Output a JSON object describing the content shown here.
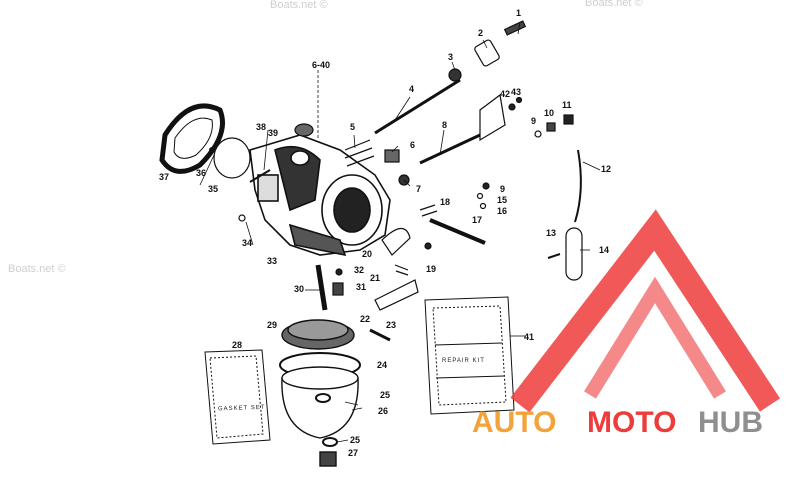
{
  "callouts": [
    "1",
    "2",
    "3",
    "4",
    "5",
    "6",
    "7",
    "8",
    "9",
    "9",
    "10",
    "11",
    "12",
    "13",
    "14",
    "15",
    "16",
    "17",
    "18",
    "19",
    "20",
    "21",
    "22",
    "23",
    "24",
    "25",
    "25",
    "26",
    "27",
    "28",
    "29",
    "30",
    "31",
    "32",
    "33",
    "34",
    "35",
    "36",
    "37",
    "38",
    "39",
    "6-40",
    "41",
    "42",
    "43"
  ],
  "kits": {
    "gasket_set": "GASKET SET",
    "repair_kit": "REPAIR KIT"
  },
  "watermarks": [
    "Boats.net ©",
    "Boats.net ©",
    "Boats.net ©"
  ],
  "logo": {
    "part1": "AUTO",
    "part2": "MOTO",
    "part3": "HUB",
    "color_orange": "#f2a33a",
    "color_red": "#ee3b3b",
    "color_grey": "#8f8f8f"
  }
}
